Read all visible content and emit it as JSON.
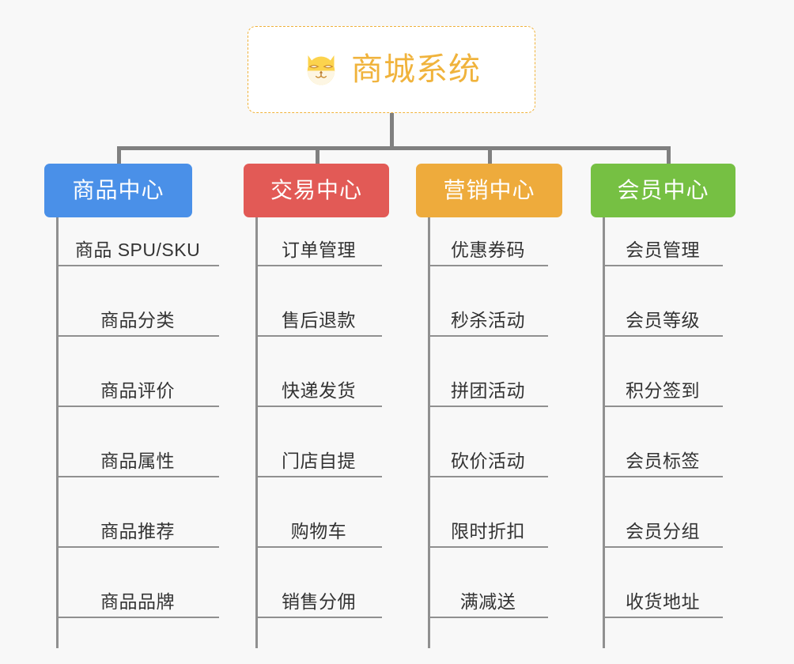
{
  "background_color": "#f8f8f8",
  "root": {
    "title": "商城系统",
    "icon": "shiba-dog-icon",
    "border_color": "#f0b23a",
    "text_color": "#f0b33c",
    "background_color": "#ffffff"
  },
  "connector_color": "#808080",
  "columns": [
    {
      "label": "商品中心",
      "color": "#4a90e8",
      "items": [
        "商品 SPU/SKU",
        "商品分类",
        "商品评价",
        "商品属性",
        "商品推荐",
        "商品品牌"
      ]
    },
    {
      "label": "交易中心",
      "color": "#e25a56",
      "items": [
        "订单管理",
        "售后退款",
        "快递发货",
        "门店自提",
        "购物车",
        "销售分佣"
      ]
    },
    {
      "label": "营销中心",
      "color": "#eeab3c",
      "items": [
        "优惠券码",
        "秒杀活动",
        "拼团活动",
        "砍价活动",
        "限时折扣",
        "满减送"
      ]
    },
    {
      "label": "会员中心",
      "color": "#76c043",
      "items": [
        "会员管理",
        "会员等级",
        "积分签到",
        "会员标签",
        "会员分组",
        "收货地址"
      ]
    }
  ]
}
